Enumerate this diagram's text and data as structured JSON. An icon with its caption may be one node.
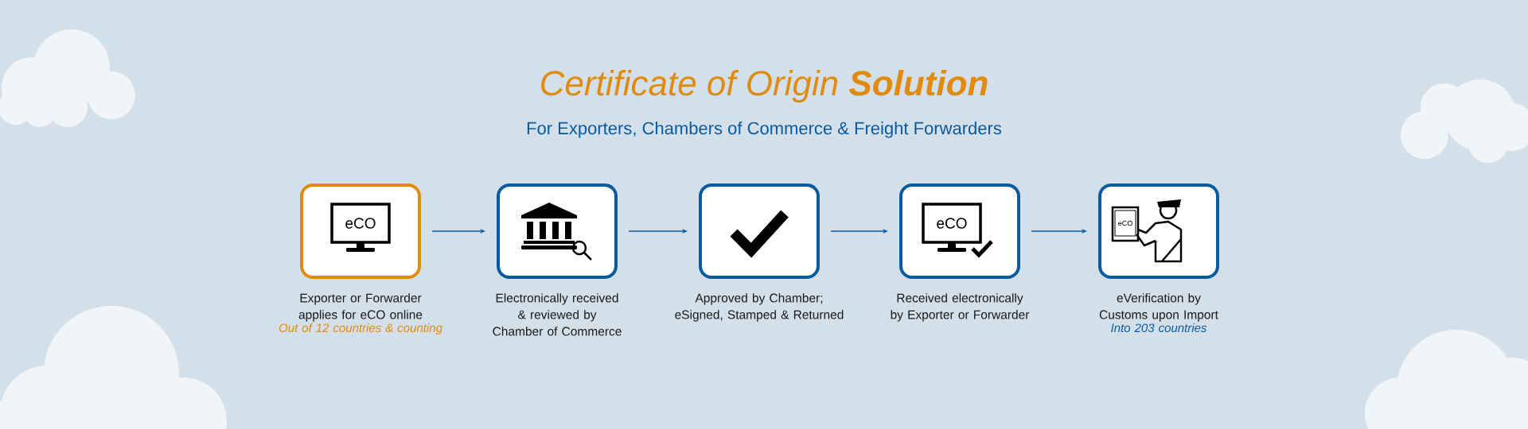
{
  "diagram": {
    "title": "Certificate of Origin **Solution**",
    "caption": "For Exporters, Chambers of Commerce & Freight Forwarders",
    "nodes": [
      {
        "text": [
          "Exporter or Forwarder applies for eCO online",
          "Out of 12 countries & counting"
        ]
      },
      {
        "text": [
          "Electronically received & reviewed by Chamber of Commerce"
        ]
      },
      {
        "text": [
          "Approved by Chamber; eSigned, Stamped & Returned"
        ]
      },
      {
        "text": [
          "Received electronically by Exporter or Forwarder"
        ]
      },
      {
        "text": [
          "eVerification by Customs upon Import",
          "Into 203 countries"
        ]
      }
    ],
    "edges": [
      {
        "from": 0,
        "to": 1,
        "arrow": "to"
      },
      {
        "from": 1,
        "to": 2,
        "arrow": "to"
      },
      {
        "from": 2,
        "to": 3,
        "arrow": "to"
      },
      {
        "from": 3,
        "to": 4,
        "arrow": "to"
      }
    ],
    "labels": [
      "eCO",
      "eCO",
      "eCO"
    ]
  }
}
